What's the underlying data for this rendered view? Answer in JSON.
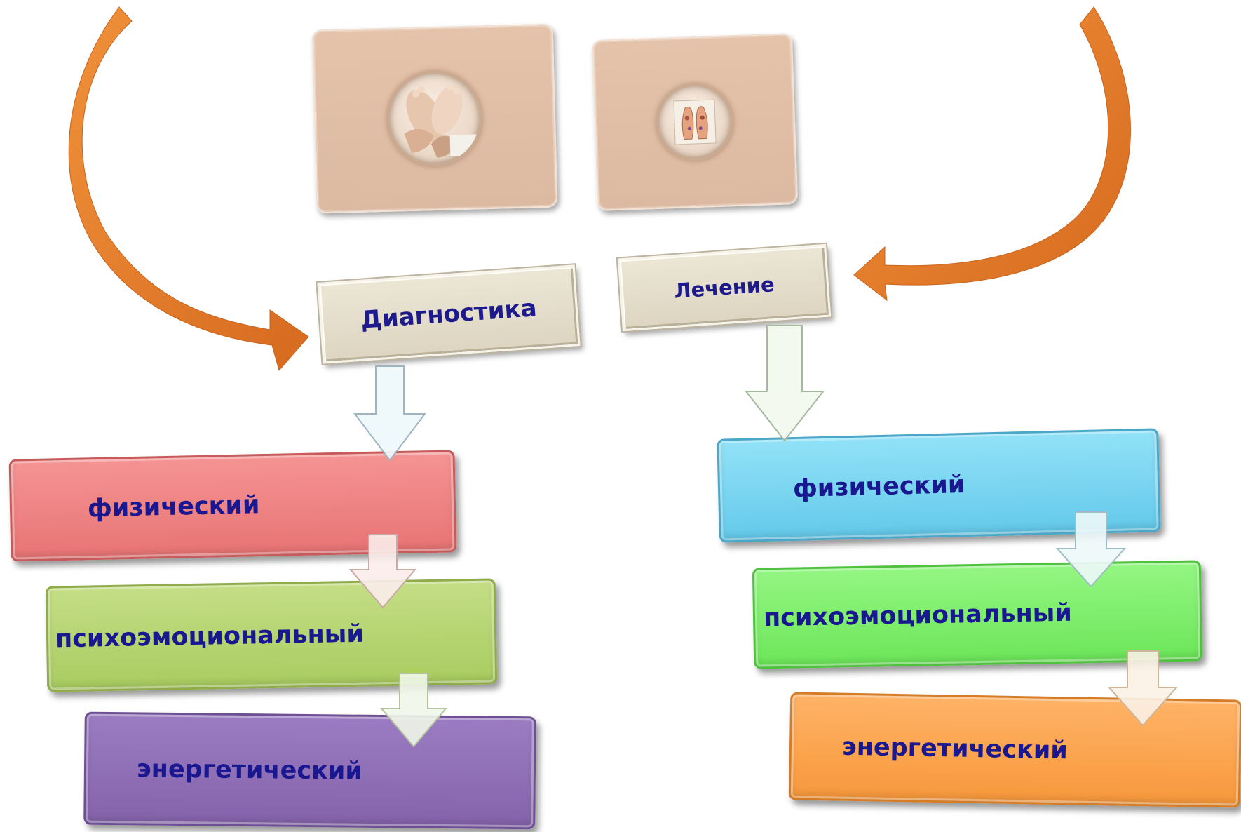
{
  "diagram": {
    "diagnosis_label": "Диагностика",
    "treatment_label": "Лечение",
    "diagnosis_levels": [
      "физический",
      "психоэмоциональный",
      "энергетический"
    ],
    "treatment_levels": [
      "физический",
      "психоэмоциональный",
      "энергетический"
    ],
    "colors": {
      "curved_arrow": "#e27b2b",
      "label_text": "#1c1a8c",
      "diag_physical": "#ec7f7f",
      "diag_psycho": "#b4d46e",
      "diag_energy": "#8c6db3",
      "treat_physical": "#76d2ef",
      "treat_psycho": "#7df06a",
      "treat_energy": "#fba24c"
    },
    "icons": [
      "foot-massage-photo-icon",
      "reflexology-chart-icon",
      "curved-arrow-icon",
      "down-arrow-icon"
    ]
  }
}
